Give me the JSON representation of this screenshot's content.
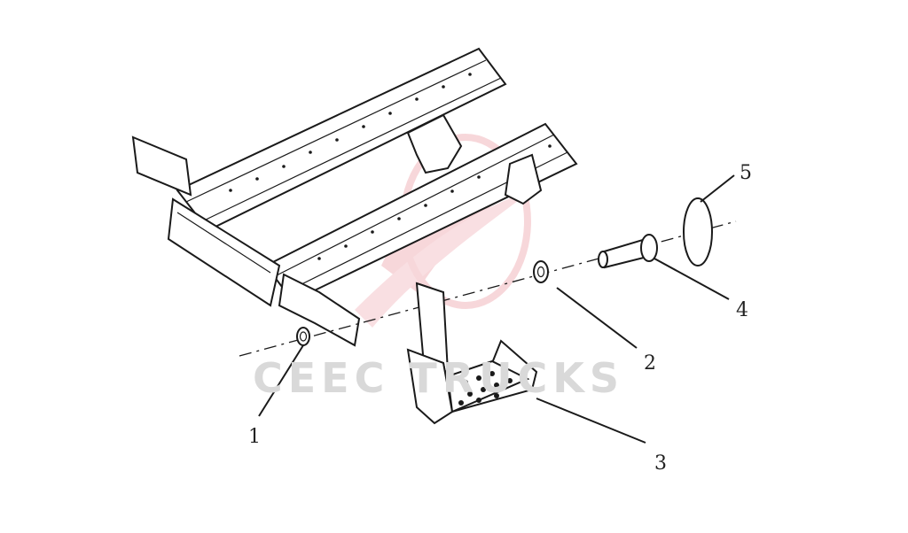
{
  "diagram": {
    "callouts": [
      {
        "id": "1",
        "label": "1"
      },
      {
        "id": "2",
        "label": "2"
      },
      {
        "id": "3",
        "label": "3"
      },
      {
        "id": "4",
        "label": "4"
      },
      {
        "id": "5",
        "label": "5"
      }
    ],
    "watermark": {
      "text": "CEEC TRUCKS",
      "color": "#d9d9d9",
      "logo_color": "#f2b8bd"
    }
  }
}
